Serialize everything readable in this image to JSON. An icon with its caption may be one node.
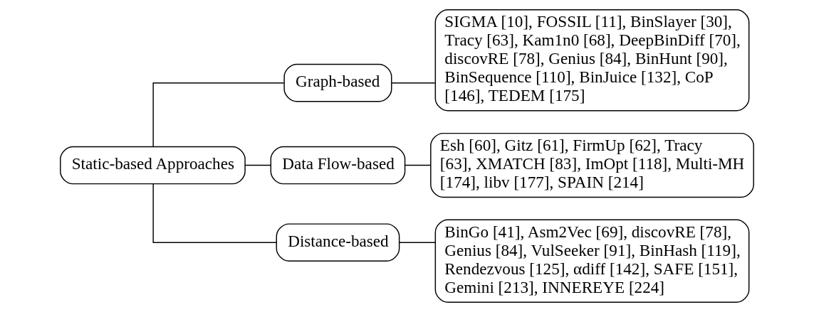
{
  "diagram": {
    "nodes": [
      {
        "text": [
          "Static-based Approaches"
        ]
      },
      {
        "text": [
          "Graph-based"
        ]
      },
      {
        "text": [
          "SIGMA [10], FOSSIL [11], BinSlayer [30], Tracy [63], Kam1n0 [68], DeepBinDiff [70], discovRE [78], Genius [84], BinHunt [90], BinSequence [110], BinJuice [132], CoP [146], TEDEM [175]"
        ]
      },
      {
        "text": [
          "Data Flow-based"
        ]
      },
      {
        "text": [
          "Esh [60], Gitz [61], FirmUp [62], Tracy [63], XMATCH [83], ImOpt [118], Multi-MH [174], libv [177], SPAIN [214]"
        ]
      },
      {
        "text": [
          "Distance-based"
        ]
      },
      {
        "text": [
          "BinGo [41], Asm2Vec [69], discovRE [78], Genius [84], VulSeeker [91], BinHash [119], Rendezvous [125], αdiff [142], SAFE [151], Gemini [213], INNEREYE [224]"
        ]
      }
    ],
    "edges": [
      {
        "from": 0,
        "to": 1,
        "arrow": "none"
      },
      {
        "from": 0,
        "to": 3,
        "arrow": "none"
      },
      {
        "from": 0,
        "to": 5,
        "arrow": "none"
      },
      {
        "from": 1,
        "to": 2,
        "arrow": "none"
      },
      {
        "from": 3,
        "to": 4,
        "arrow": "none"
      },
      {
        "from": 5,
        "to": 6,
        "arrow": "none"
      }
    ]
  }
}
